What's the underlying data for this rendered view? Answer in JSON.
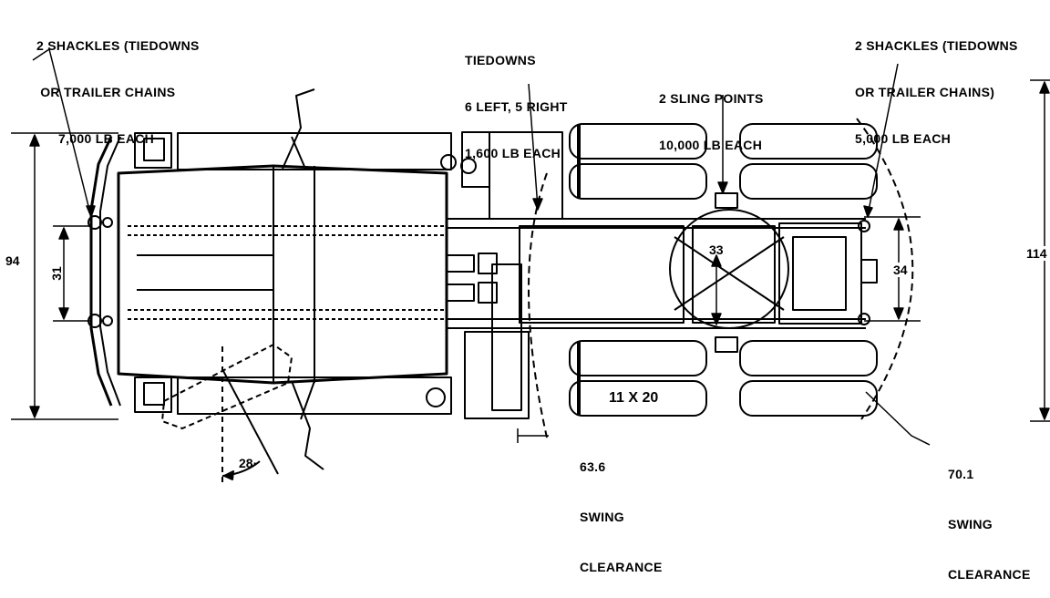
{
  "colors": {
    "ink": "#000000",
    "paper": "#ffffff"
  },
  "labels": {
    "front_shackles": [
      "2 SHACKLES (TIEDOWNS",
      " OR TRAILER CHAINS",
      "7,000 LB EACH"
    ],
    "tiedowns": [
      "TIEDOWNS",
      "6 LEFT, 5 RIGHT",
      "1,600 LB EACH"
    ],
    "sling_points": [
      "2 SLING POINTS",
      "10,000 LB EACH"
    ],
    "rear_shackles": [
      "2 SHACKLES (TIEDOWNS",
      "OR TRAILER CHAINS)",
      "5,000 LB EACH"
    ],
    "front_swing": [
      "63.6",
      "SWING",
      "CLEARANCE"
    ],
    "rear_swing": [
      "70.1",
      "SWING",
      "CLEARANCE"
    ]
  },
  "dimensions": {
    "overall_width_front": "94",
    "front_shackle_spacing": "31",
    "sling_spacing": "33",
    "rear_shackle_spacing": "34",
    "overall_width_rear": "114",
    "tire_size": "11 X 20",
    "steer_angle": "28·"
  }
}
